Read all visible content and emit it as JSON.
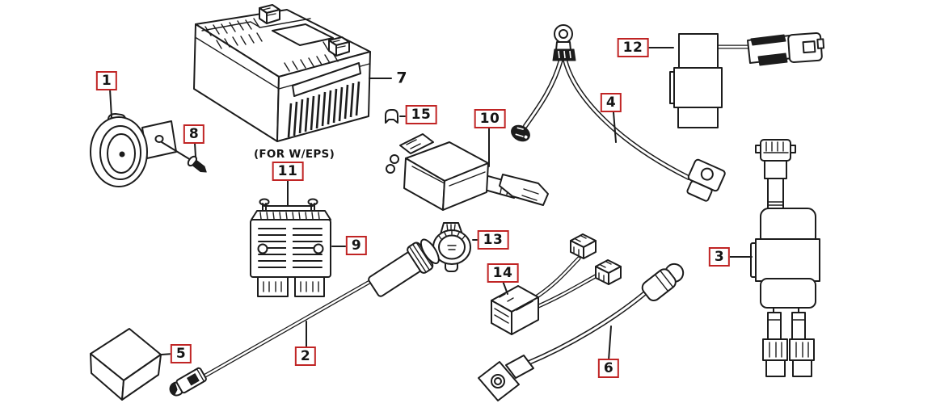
{
  "theme": {
    "accent": "#c02424",
    "line": "#1c1c1c",
    "bg": "#ffffff"
  },
  "note": "(FOR W/EPS)",
  "callouts": {
    "c1": "1",
    "c2": "2",
    "c3": "3",
    "c4": "4",
    "c5": "5",
    "c6": "6",
    "c7": "7",
    "c8": "8",
    "c9": "9",
    "c10": "10",
    "c11": "11",
    "c12": "12",
    "c13": "13",
    "c14": "14",
    "c15": "15"
  }
}
